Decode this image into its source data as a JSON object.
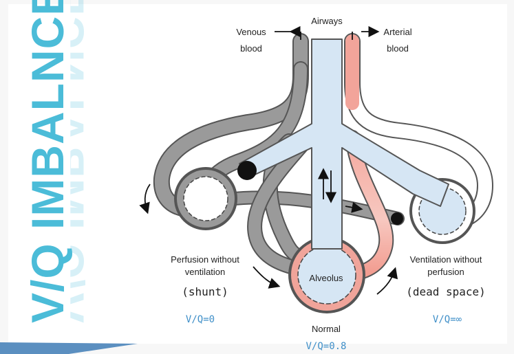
{
  "title": "V/Q IMBALNCE",
  "colors": {
    "accent": "#4bbcd8",
    "airway": "#d6e6f4",
    "venous": "#9a9a9a",
    "arterial": "#f2a49a",
    "ratio_text": "#3f8fc8"
  },
  "labels": {
    "airways": "Airways",
    "venous": [
      "Venous",
      "blood"
    ],
    "arterial": [
      "Arterial",
      "blood"
    ],
    "alveolus": "Alveolus",
    "left": {
      "desc": [
        "Perfusion without",
        "ventilation"
      ],
      "term": "(shunt)",
      "ratio": "V/Q=0"
    },
    "center": {
      "desc": "Normal",
      "ratio": "V/Q=0.8"
    },
    "right": {
      "desc": [
        "Ventilation without",
        "perfusion"
      ],
      "term": "(dead space)",
      "ratio": "V/Q=∞"
    }
  }
}
